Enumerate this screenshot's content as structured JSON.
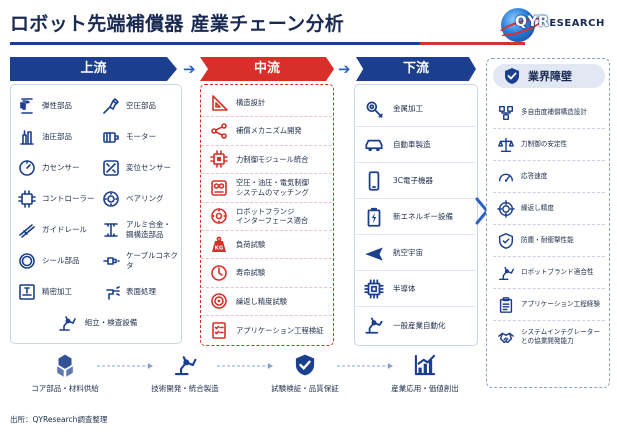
{
  "title": "ロボット先端補償器 産業チェーン分析",
  "logo": {
    "first": "Q",
    "rest_big": "YR",
    "rest_small": "ESEARCH"
  },
  "colors": {
    "navy": "#1b3f8e",
    "red": "#d7302a",
    "border": "#c9d4e8"
  },
  "columns": {
    "upstream": {
      "label": "上流",
      "items": [
        {
          "label": "弾性部品",
          "icon": "spring-icon"
        },
        {
          "label": "空圧部品",
          "icon": "pneumatic-icon"
        },
        {
          "label": "油圧部品",
          "icon": "hydraulic-icon"
        },
        {
          "label": "モーター",
          "icon": "motor-icon"
        },
        {
          "label": "力センサー",
          "icon": "gauge-icon"
        },
        {
          "label": "変位センサー",
          "icon": "displacement-sensor-icon"
        },
        {
          "label": "コントローラー",
          "icon": "chip-icon"
        },
        {
          "label": "ベアリング",
          "icon": "bearing-icon"
        },
        {
          "label": "ガイドレール",
          "icon": "guide-rail-icon"
        },
        {
          "label": "アルミ合金・\n鋼構造部品",
          "icon": "i-beam-icon"
        },
        {
          "label": "シール部品",
          "icon": "seal-ring-icon"
        },
        {
          "label": "ケーブルコネクタ",
          "icon": "cable-connector-icon"
        },
        {
          "label": "精密加工",
          "icon": "cnc-machine-icon"
        },
        {
          "label": "表面処理",
          "icon": "spray-gun-icon"
        }
      ],
      "last": {
        "label": "組立・検査設備",
        "icon": "robot-arm-icon"
      }
    },
    "midstream": {
      "label": "中流",
      "items": [
        {
          "label": "構造設計",
          "icon": "ruler-triangle-icon"
        },
        {
          "label": "補償メカニズム開発",
          "icon": "mechanism-icon"
        },
        {
          "label": "力制御モジュール統合",
          "icon": "module-chip-icon"
        },
        {
          "label": "空圧・油圧・電気制御\nシステムのマッチング",
          "icon": "control-system-icon"
        },
        {
          "label": "ロボットフランジ\nインターフェース適合",
          "icon": "flange-icon"
        },
        {
          "label": "負荷試験",
          "icon": "kg-weight-icon"
        },
        {
          "label": "寿命試験",
          "icon": "clock-icon"
        },
        {
          "label": "繰返し精度試験",
          "icon": "target-icon"
        },
        {
          "label": "アプリケーション工程検証",
          "icon": "checklist-icon"
        }
      ]
    },
    "downstream": {
      "label": "下流",
      "items": [
        {
          "label": "金属加工",
          "icon": "gear-wrench-icon"
        },
        {
          "label": "自動車製造",
          "icon": "car-icon"
        },
        {
          "label": "3C電子機器",
          "icon": "smartphone-icon"
        },
        {
          "label": "新エネルギー設備",
          "icon": "battery-icon"
        },
        {
          "label": "航空宇宙",
          "icon": "airplane-icon"
        },
        {
          "label": "半導体",
          "icon": "semiconductor-icon"
        },
        {
          "label": "一般産業自動化",
          "icon": "industrial-robot-icon"
        }
      ]
    }
  },
  "barriers": {
    "label": "業界障壁",
    "items": [
      {
        "label": "多自由度補償構造設計",
        "icon": "structure-icon"
      },
      {
        "label": "力制御の安定性",
        "icon": "balance-icon"
      },
      {
        "label": "応答速度",
        "icon": "speedometer-icon"
      },
      {
        "label": "繰返し精度",
        "icon": "precision-target-icon"
      },
      {
        "label": "防塵・耐衝撃性能",
        "icon": "shield-icon"
      },
      {
        "label": "ロボットブランド適合性",
        "icon": "robot-arm-icon"
      },
      {
        "label": "アプリケーション工程経験",
        "icon": "clipboard-icon"
      },
      {
        "label": "システムインテグレーター\nとの協業開発能力",
        "icon": "handshake-icon"
      }
    ]
  },
  "stages": [
    {
      "label": "コア部品・材料供給",
      "icon": "cubes-icon"
    },
    {
      "label": "技術開発・統合製造",
      "icon": "robot-arm-icon"
    },
    {
      "label": "試験検証・品質保証",
      "icon": "shield-check-icon"
    },
    {
      "label": "産業応用・価値創出",
      "icon": "growth-chart-icon"
    }
  ],
  "source": "出所：QYResearch調査整理"
}
